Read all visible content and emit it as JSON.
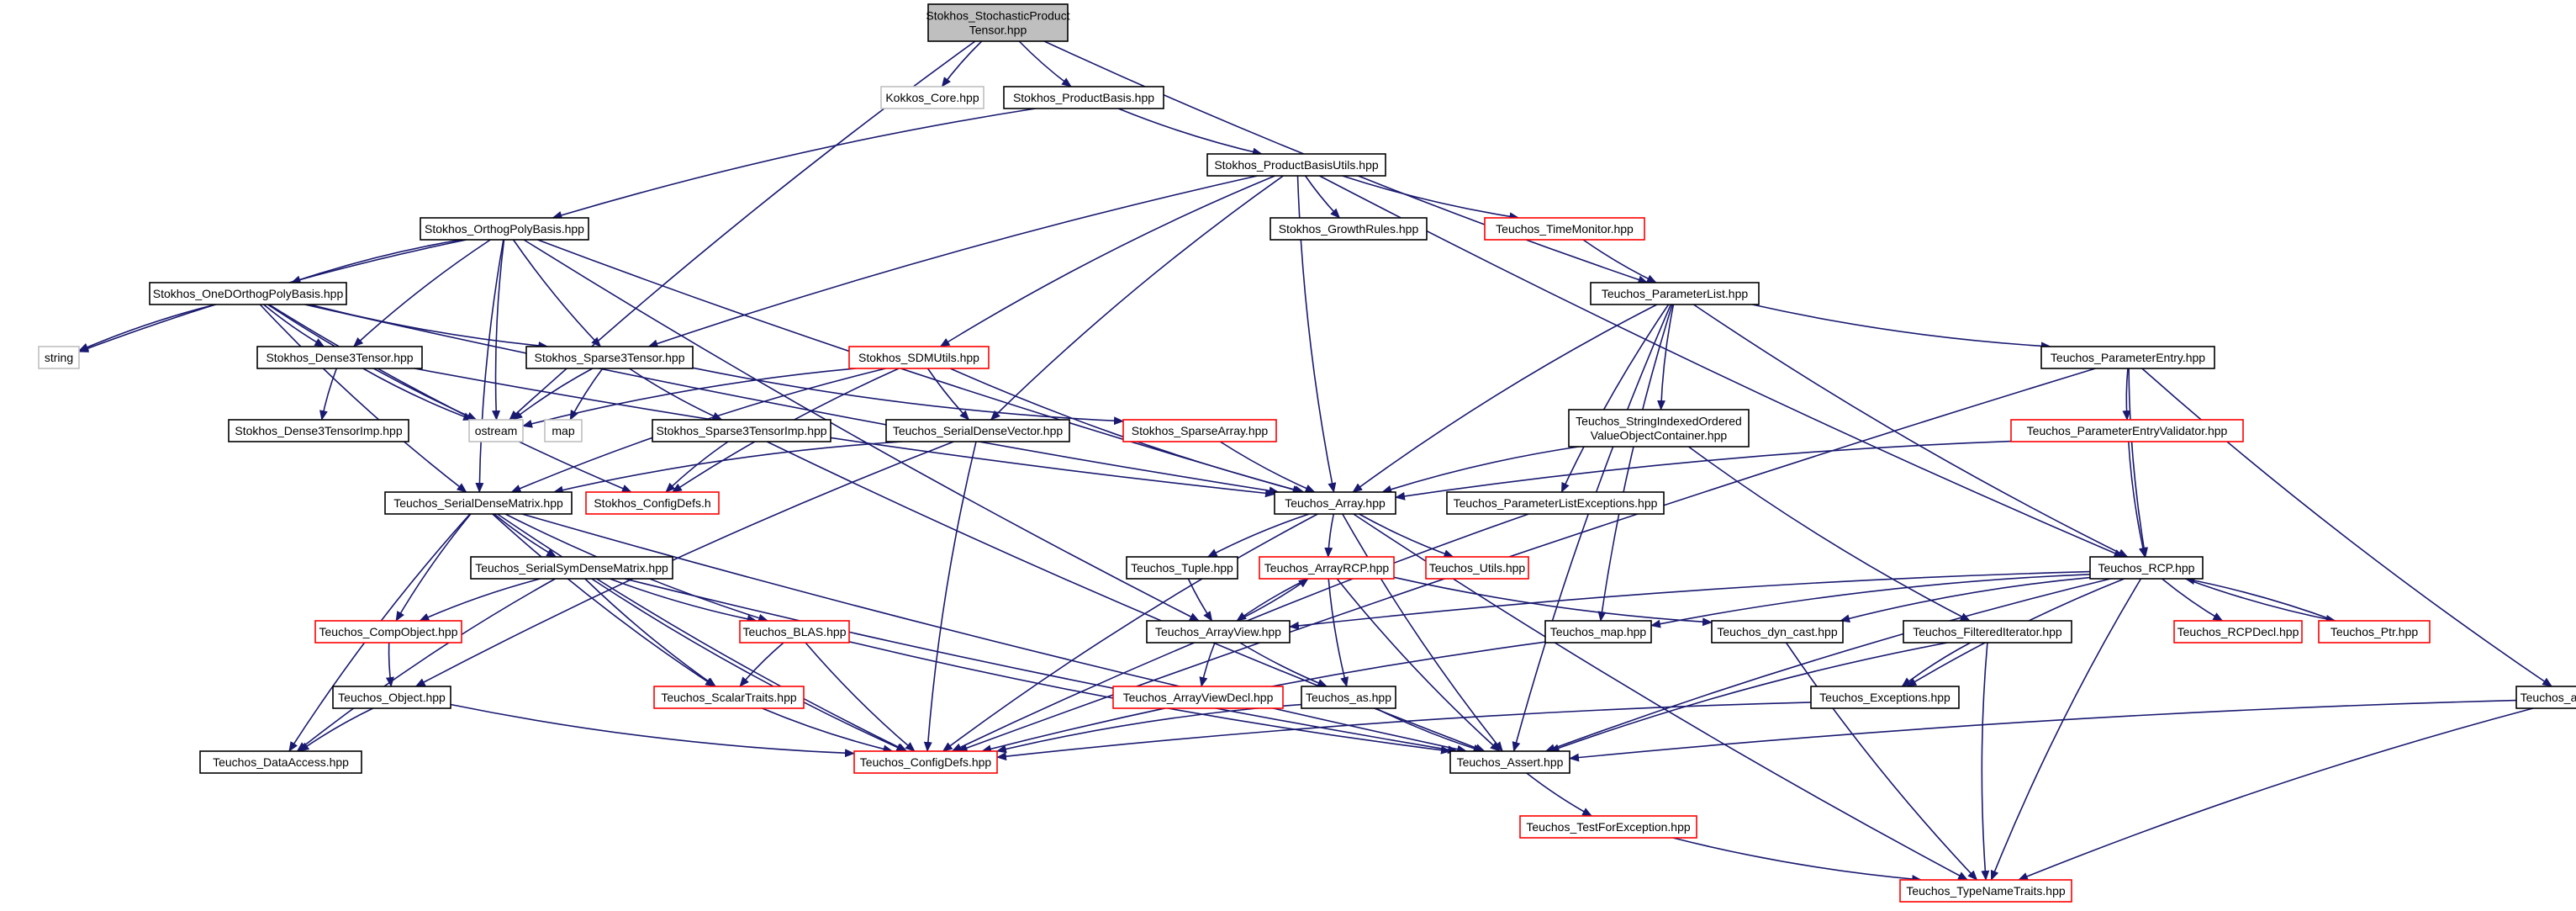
{
  "colors": {
    "edge": "#191970",
    "border_normal": "#000000",
    "border_truncated": "#ff0000",
    "border_external": "#bfbfbf",
    "fill_root": "#bfbfbf",
    "fill_default": "#ffffff",
    "text": "#000000"
  },
  "nodes": [
    {
      "id": "stochastic_product_tensor",
      "lines": [
        "Stokhos_StochasticProduct",
        "Tensor.hpp"
      ],
      "style": "root"
    },
    {
      "id": "kokkos_core",
      "lines": [
        "Kokkos_Core.hpp"
      ],
      "style": "external"
    },
    {
      "id": "product_basis",
      "lines": [
        "Stokhos_ProductBasis.hpp"
      ],
      "style": "normal"
    },
    {
      "id": "product_basis_utils",
      "lines": [
        "Stokhos_ProductBasisUtils.hpp"
      ],
      "style": "normal"
    },
    {
      "id": "orthog_poly_basis",
      "lines": [
        "Stokhos_OrthogPolyBasis.hpp"
      ],
      "style": "normal"
    },
    {
      "id": "growth_rules",
      "lines": [
        "Stokhos_GrowthRules.hpp"
      ],
      "style": "normal"
    },
    {
      "id": "time_monitor",
      "lines": [
        "Teuchos_TimeMonitor.hpp"
      ],
      "style": "truncated"
    },
    {
      "id": "one_d_orthog_poly_basis",
      "lines": [
        "Stokhos_OneDOrthogPolyBasis.hpp"
      ],
      "style": "normal"
    },
    {
      "id": "parameter_list",
      "lines": [
        "Teuchos_ParameterList.hpp"
      ],
      "style": "normal"
    },
    {
      "id": "string",
      "lines": [
        "string"
      ],
      "style": "external"
    },
    {
      "id": "dense3tensor",
      "lines": [
        "Stokhos_Dense3Tensor.hpp"
      ],
      "style": "normal"
    },
    {
      "id": "sparse3tensor",
      "lines": [
        "Stokhos_Sparse3Tensor.hpp"
      ],
      "style": "normal"
    },
    {
      "id": "sdm_utils",
      "lines": [
        "Stokhos_SDMUtils.hpp"
      ],
      "style": "truncated"
    },
    {
      "id": "parameter_entry",
      "lines": [
        "Teuchos_ParameterEntry.hpp"
      ],
      "style": "normal"
    },
    {
      "id": "dense3tensor_imp",
      "lines": [
        "Stokhos_Dense3TensorImp.hpp"
      ],
      "style": "normal"
    },
    {
      "id": "ostream",
      "lines": [
        "ostream"
      ],
      "style": "external"
    },
    {
      "id": "map",
      "lines": [
        "map"
      ],
      "style": "external"
    },
    {
      "id": "sparse3tensor_imp",
      "lines": [
        "Stokhos_Sparse3TensorImp.hpp"
      ],
      "style": "normal"
    },
    {
      "id": "serial_dense_vector",
      "lines": [
        "Teuchos_SerialDenseVector.hpp"
      ],
      "style": "normal"
    },
    {
      "id": "sparse_array",
      "lines": [
        "Stokhos_SparseArray.hpp"
      ],
      "style": "truncated"
    },
    {
      "id": "string_indexed",
      "lines": [
        "Teuchos_StringIndexedOrdered",
        "ValueObjectContainer.hpp"
      ],
      "style": "normal"
    },
    {
      "id": "parameter_entry_validator",
      "lines": [
        "Teuchos_ParameterEntryValidator.hpp"
      ],
      "style": "truncated"
    },
    {
      "id": "serial_dense_matrix",
      "lines": [
        "Teuchos_SerialDenseMatrix.hpp"
      ],
      "style": "normal"
    },
    {
      "id": "stokhos_config_defs",
      "lines": [
        "Stokhos_ConfigDefs.h"
      ],
      "style": "truncated"
    },
    {
      "id": "teuchos_array",
      "lines": [
        "Teuchos_Array.hpp"
      ],
      "style": "normal"
    },
    {
      "id": "parameter_list_exceptions",
      "lines": [
        "Teuchos_ParameterListExceptions.hpp"
      ],
      "style": "normal"
    },
    {
      "id": "serial_sym_dense_matrix",
      "lines": [
        "Teuchos_SerialSymDenseMatrix.hpp"
      ],
      "style": "normal"
    },
    {
      "id": "teuchos_tuple",
      "lines": [
        "Teuchos_Tuple.hpp"
      ],
      "style": "normal"
    },
    {
      "id": "array_rcp",
      "lines": [
        "Teuchos_ArrayRCP.hpp"
      ],
      "style": "truncated"
    },
    {
      "id": "teuchos_utils",
      "lines": [
        "Teuchos_Utils.hpp"
      ],
      "style": "truncated"
    },
    {
      "id": "teuchos_rcp",
      "lines": [
        "Teuchos_RCP.hpp"
      ],
      "style": "normal"
    },
    {
      "id": "comp_object",
      "lines": [
        "Teuchos_CompObject.hpp"
      ],
      "style": "truncated"
    },
    {
      "id": "teuchos_blas",
      "lines": [
        "Teuchos_BLAS.hpp"
      ],
      "style": "truncated"
    },
    {
      "id": "array_view",
      "lines": [
        "Teuchos_ArrayView.hpp"
      ],
      "style": "normal"
    },
    {
      "id": "teuchos_map",
      "lines": [
        "Teuchos_map.hpp"
      ],
      "style": "normal"
    },
    {
      "id": "dyn_cast",
      "lines": [
        "Teuchos_dyn_cast.hpp"
      ],
      "style": "normal"
    },
    {
      "id": "filtered_iterator",
      "lines": [
        "Teuchos_FilteredIterator.hpp"
      ],
      "style": "normal"
    },
    {
      "id": "rcp_decl",
      "lines": [
        "Teuchos_RCPDecl.hpp"
      ],
      "style": "truncated"
    },
    {
      "id": "teuchos_ptr",
      "lines": [
        "Teuchos_Ptr.hpp"
      ],
      "style": "truncated"
    },
    {
      "id": "teuchos_object",
      "lines": [
        "Teuchos_Object.hpp"
      ],
      "style": "normal"
    },
    {
      "id": "scalar_traits",
      "lines": [
        "Teuchos_ScalarTraits.hpp"
      ],
      "style": "truncated"
    },
    {
      "id": "array_view_decl",
      "lines": [
        "Teuchos_ArrayViewDecl.hpp"
      ],
      "style": "truncated"
    },
    {
      "id": "teuchos_as",
      "lines": [
        "Teuchos_as.hpp"
      ],
      "style": "normal"
    },
    {
      "id": "teuchos_exceptions",
      "lines": [
        "Teuchos_Exceptions.hpp"
      ],
      "style": "normal"
    },
    {
      "id": "teuchos_any",
      "lines": [
        "Teuchos_any.hpp"
      ],
      "style": "normal"
    },
    {
      "id": "data_access",
      "lines": [
        "Teuchos_DataAccess.hpp"
      ],
      "style": "normal"
    },
    {
      "id": "teuchos_config_defs",
      "lines": [
        "Teuchos_ConfigDefs.hpp"
      ],
      "style": "truncated"
    },
    {
      "id": "teuchos_assert",
      "lines": [
        "Teuchos_Assert.hpp"
      ],
      "style": "normal"
    },
    {
      "id": "test_for_exception",
      "lines": [
        "Teuchos_TestForException.hpp"
      ],
      "style": "truncated"
    },
    {
      "id": "type_name_traits",
      "lines": [
        "Teuchos_TypeNameTraits.hpp"
      ],
      "style": "truncated"
    }
  ],
  "edges": [
    [
      "stochastic_product_tensor",
      "kokkos_core"
    ],
    [
      "stochastic_product_tensor",
      "product_basis"
    ],
    [
      "stochastic_product_tensor",
      "parameter_list"
    ],
    [
      "stochastic_product_tensor",
      "ostream"
    ],
    [
      "product_basis",
      "product_basis_utils"
    ],
    [
      "product_basis",
      "orthog_poly_basis"
    ],
    [
      "product_basis_utils",
      "growth_rules"
    ],
    [
      "product_basis_utils",
      "time_monitor"
    ],
    [
      "product_basis_utils",
      "sparse3tensor"
    ],
    [
      "product_basis_utils",
      "sdm_utils"
    ],
    [
      "product_basis_utils",
      "serial_dense_vector"
    ],
    [
      "product_basis_utils",
      "teuchos_array"
    ],
    [
      "product_basis_utils",
      "teuchos_rcp"
    ],
    [
      "time_monitor",
      "parameter_list"
    ],
    [
      "orthog_poly_basis",
      "one_d_orthog_poly_basis"
    ],
    [
      "orthog_poly_basis",
      "string"
    ],
    [
      "orthog_poly_basis",
      "dense3tensor"
    ],
    [
      "orthog_poly_basis",
      "sparse3tensor"
    ],
    [
      "orthog_poly_basis",
      "ostream"
    ],
    [
      "orthog_poly_basis",
      "serial_dense_matrix"
    ],
    [
      "orthog_poly_basis",
      "teuchos_array"
    ],
    [
      "orthog_poly_basis",
      "array_view"
    ],
    [
      "one_d_orthog_poly_basis",
      "string"
    ],
    [
      "one_d_orthog_poly_basis",
      "dense3tensor"
    ],
    [
      "one_d_orthog_poly_basis",
      "sparse3tensor"
    ],
    [
      "one_d_orthog_poly_basis",
      "ostream"
    ],
    [
      "one_d_orthog_poly_basis",
      "serial_dense_matrix"
    ],
    [
      "one_d_orthog_poly_basis",
      "stokhos_config_defs"
    ],
    [
      "one_d_orthog_poly_basis",
      "teuchos_array"
    ],
    [
      "dense3tensor",
      "dense3tensor_imp"
    ],
    [
      "dense3tensor",
      "ostream"
    ],
    [
      "dense3tensor",
      "teuchos_array"
    ],
    [
      "sparse3tensor",
      "ostream"
    ],
    [
      "sparse3tensor",
      "map"
    ],
    [
      "sparse3tensor",
      "sparse3tensor_imp"
    ],
    [
      "sparse3tensor",
      "sparse_array"
    ],
    [
      "sparse3tensor_imp",
      "stokhos_config_defs"
    ],
    [
      "sparse3tensor_imp",
      "teuchos_assert"
    ],
    [
      "sdm_utils",
      "ostream"
    ],
    [
      "sdm_utils",
      "serial_dense_vector"
    ],
    [
      "sdm_utils",
      "serial_dense_matrix"
    ],
    [
      "sdm_utils",
      "stokhos_config_defs"
    ],
    [
      "sdm_utils",
      "teuchos_array"
    ],
    [
      "serial_dense_vector",
      "serial_dense_matrix"
    ],
    [
      "serial_dense_vector",
      "teuchos_object"
    ],
    [
      "serial_dense_vector",
      "teuchos_config_defs"
    ],
    [
      "sparse_array",
      "teuchos_array"
    ],
    [
      "parameter_list",
      "parameter_entry"
    ],
    [
      "parameter_list",
      "string_indexed"
    ],
    [
      "parameter_list",
      "parameter_list_exceptions"
    ],
    [
      "parameter_list",
      "teuchos_array"
    ],
    [
      "parameter_list",
      "teuchos_map"
    ],
    [
      "parameter_list",
      "teuchos_rcp"
    ],
    [
      "parameter_list",
      "teuchos_assert"
    ],
    [
      "parameter_entry",
      "parameter_entry_validator"
    ],
    [
      "parameter_entry",
      "teuchos_rcp"
    ],
    [
      "parameter_entry",
      "teuchos_any"
    ],
    [
      "parameter_entry",
      "teuchos_config_defs"
    ],
    [
      "parameter_entry_validator",
      "teuchos_array"
    ],
    [
      "parameter_entry_validator",
      "teuchos_rcp"
    ],
    [
      "string_indexed",
      "teuchos_array"
    ],
    [
      "string_indexed",
      "filtered_iterator"
    ],
    [
      "parameter_list_exceptions",
      "teuchos_config_defs"
    ],
    [
      "serial_dense_matrix",
      "serial_sym_dense_matrix"
    ],
    [
      "serial_dense_matrix",
      "comp_object"
    ],
    [
      "serial_dense_matrix",
      "teuchos_blas"
    ],
    [
      "serial_dense_matrix",
      "scalar_traits"
    ],
    [
      "serial_dense_matrix",
      "data_access"
    ],
    [
      "serial_dense_matrix",
      "teuchos_config_defs"
    ],
    [
      "serial_dense_matrix",
      "teuchos_assert"
    ],
    [
      "serial_sym_dense_matrix",
      "comp_object"
    ],
    [
      "serial_sym_dense_matrix",
      "teuchos_blas"
    ],
    [
      "serial_sym_dense_matrix",
      "scalar_traits"
    ],
    [
      "serial_sym_dense_matrix",
      "data_access"
    ],
    [
      "serial_sym_dense_matrix",
      "teuchos_config_defs"
    ],
    [
      "serial_sym_dense_matrix",
      "teuchos_assert"
    ],
    [
      "comp_object",
      "teuchos_object"
    ],
    [
      "teuchos_object",
      "data_access"
    ],
    [
      "teuchos_object",
      "teuchos_config_defs"
    ],
    [
      "teuchos_blas",
      "scalar_traits"
    ],
    [
      "teuchos_blas",
      "teuchos_config_defs"
    ],
    [
      "teuchos_blas",
      "teuchos_assert"
    ],
    [
      "scalar_traits",
      "teuchos_config_defs"
    ],
    [
      "teuchos_array",
      "teuchos_tuple"
    ],
    [
      "teuchos_array",
      "array_rcp"
    ],
    [
      "teuchos_array",
      "teuchos_utils"
    ],
    [
      "teuchos_array",
      "teuchos_assert"
    ],
    [
      "teuchos_array",
      "teuchos_config_defs"
    ],
    [
      "teuchos_array",
      "type_name_traits"
    ],
    [
      "teuchos_tuple",
      "array_view"
    ],
    [
      "array_rcp",
      "array_view"
    ],
    [
      "array_rcp",
      "teuchos_as"
    ],
    [
      "array_rcp",
      "teuchos_assert"
    ],
    [
      "array_rcp",
      "dyn_cast"
    ],
    [
      "array_view",
      "array_rcp"
    ],
    [
      "array_view",
      "array_view_decl"
    ],
    [
      "array_view",
      "teuchos_as"
    ],
    [
      "teuchos_as",
      "teuchos_config_defs"
    ],
    [
      "teuchos_as",
      "teuchos_assert"
    ],
    [
      "teuchos_rcp",
      "teuchos_map"
    ],
    [
      "teuchos_rcp",
      "dyn_cast"
    ],
    [
      "teuchos_rcp",
      "teuchos_exceptions"
    ],
    [
      "teuchos_rcp",
      "rcp_decl"
    ],
    [
      "teuchos_rcp",
      "teuchos_ptr"
    ],
    [
      "teuchos_rcp",
      "teuchos_assert"
    ],
    [
      "teuchos_rcp",
      "type_name_traits"
    ],
    [
      "teuchos_rcp",
      "array_view"
    ],
    [
      "teuchos_ptr",
      "teuchos_rcp"
    ],
    [
      "teuchos_map",
      "teuchos_config_defs"
    ],
    [
      "dyn_cast",
      "type_name_traits"
    ],
    [
      "filtered_iterator",
      "teuchos_exceptions"
    ],
    [
      "filtered_iterator",
      "teuchos_assert"
    ],
    [
      "filtered_iterator",
      "type_name_traits"
    ],
    [
      "teuchos_exceptions",
      "teuchos_config_defs"
    ],
    [
      "teuchos_any",
      "teuchos_assert"
    ],
    [
      "teuchos_any",
      "type_name_traits"
    ],
    [
      "teuchos_assert",
      "test_for_exception"
    ],
    [
      "test_for_exception",
      "type_name_traits"
    ]
  ]
}
